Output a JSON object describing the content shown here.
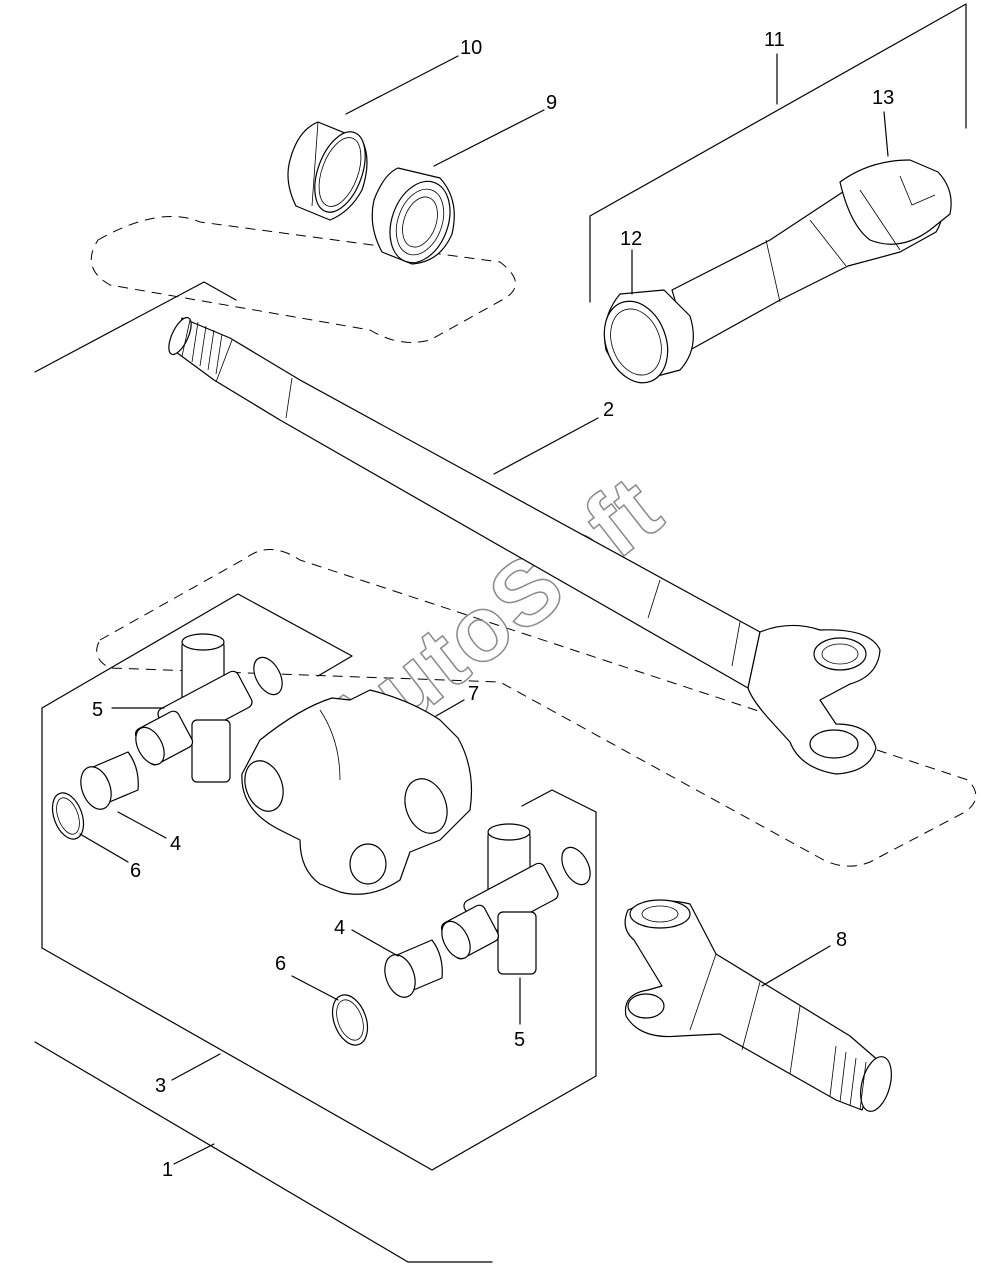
{
  "watermark": "AutoSoft",
  "callouts": [
    {
      "id": "callout-1",
      "text": "1"
    },
    {
      "id": "callout-2",
      "text": "2"
    },
    {
      "id": "callout-3",
      "text": "3"
    },
    {
      "id": "callout-4a",
      "text": "4"
    },
    {
      "id": "callout-4b",
      "text": "4"
    },
    {
      "id": "callout-5a",
      "text": "5"
    },
    {
      "id": "callout-5b",
      "text": "5"
    },
    {
      "id": "callout-6a",
      "text": "6"
    },
    {
      "id": "callout-6b",
      "text": "6"
    },
    {
      "id": "callout-7",
      "text": "7"
    },
    {
      "id": "callout-8",
      "text": "8"
    },
    {
      "id": "callout-9",
      "text": "9"
    },
    {
      "id": "callout-10",
      "text": "10"
    },
    {
      "id": "callout-11",
      "text": "11"
    },
    {
      "id": "callout-12",
      "text": "12"
    },
    {
      "id": "callout-13",
      "text": "13"
    }
  ]
}
